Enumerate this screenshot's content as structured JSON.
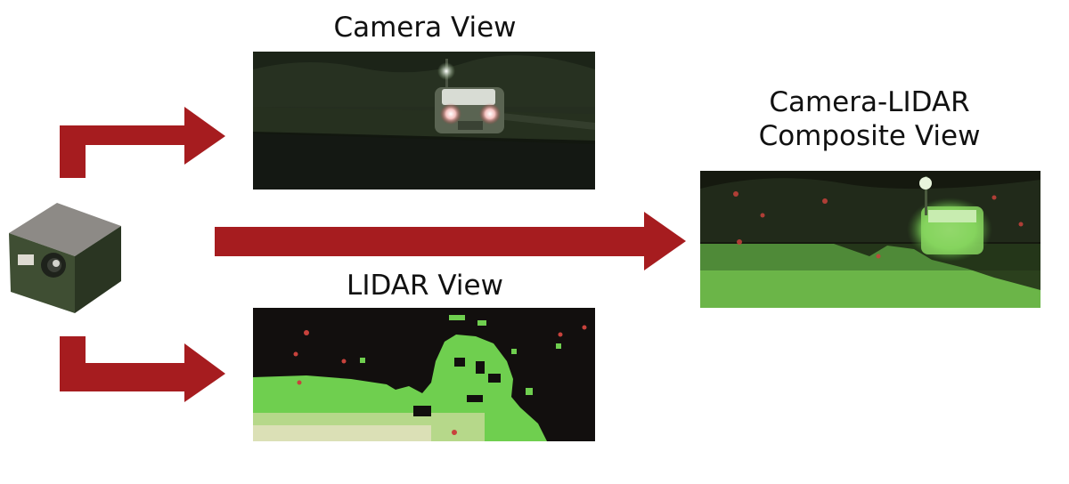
{
  "titles": {
    "camera": "Camera View",
    "lidar": "LIDAR View",
    "composite_line1": "Camera-LIDAR",
    "composite_line2": "Composite View"
  },
  "colors": {
    "arrow": "#a61c1f",
    "lidar_green": "#6fcf4f",
    "lidar_background": "#120f0e",
    "camera_background": "#12170f"
  },
  "icons": [
    "camera-lidar-sensor-icon"
  ]
}
